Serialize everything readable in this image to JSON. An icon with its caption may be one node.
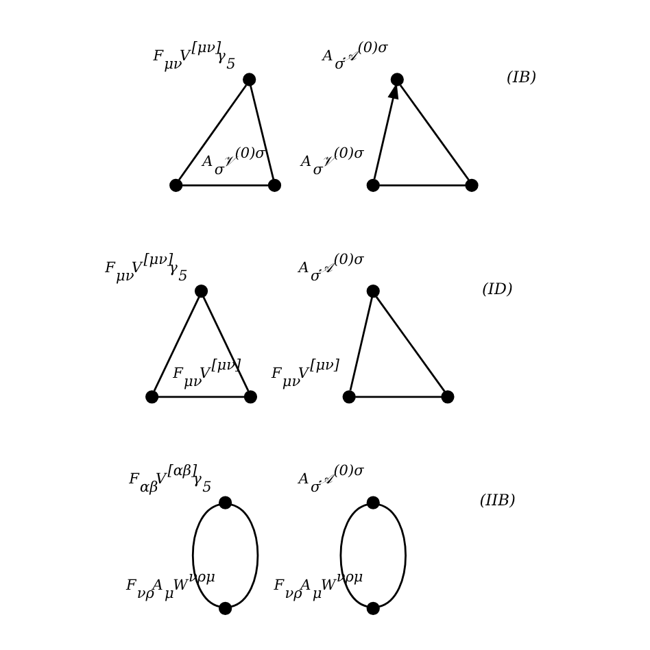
{
  "diagram": {
    "nodes": [
      {
        "text": [],
        "shape": "circle",
        "beside": [
          "A$_{σ}$𝒜$^{(0)σ}$"
        ]
      },
      {
        "text": [],
        "shape": "circle"
      },
      {
        "text": [],
        "shape": "circle",
        "beside": [
          "A$_{σ}$𝒱$^{(0)σ}$"
        ]
      },
      {
        "text": [],
        "shape": "circle",
        "beside": [
          "F$_{μν}$V$^{[μν]}$γ$_{5}$"
        ]
      },
      {
        "text": [],
        "shape": "circle",
        "beside": [
          "A$_{σ}$𝒱$^{(0)σ}$"
        ]
      },
      {
        "text": [],
        "shape": "circle"
      },
      {
        "text": [],
        "shape": "circle",
        "beside": [
          "A$_{σ}$𝒜$^{(0)σ}$"
        ]
      },
      {
        "text": [],
        "shape": "circle"
      },
      {
        "text": [],
        "shape": "circle",
        "beside": [
          "F$_{μν}$V$^{[μν]}$"
        ]
      },
      {
        "text": [],
        "shape": "circle",
        "beside": [
          "F$_{μν}$V$^{[μν]}$γ$_{5}$"
        ]
      },
      {
        "text": [],
        "shape": "circle",
        "beside": [
          "F$_{μν}$V$^{[μν]}$"
        ]
      },
      {
        "text": [],
        "shape": "circle"
      },
      {
        "text": [],
        "shape": "circle",
        "beside": [
          "A$_{σ}$𝒜$^{(0)σ}$"
        ]
      },
      {
        "text": [],
        "shape": "circle",
        "beside": [
          "F$_{νρ}$A$_{μ}$W$^{νρμ}$"
        ]
      },
      {
        "text": [],
        "shape": "circle",
        "beside": [
          "F$_{αβ}$V$^{[αβ]}$γ$_{5}$"
        ]
      },
      {
        "text": [],
        "shape": "circle",
        "beside": [
          "F$_{νρ}$A$_{μ}$W$^{νρμ}$"
        ]
      }
    ],
    "edges": [
      {
        "from": 0,
        "to": 1,
        "arrow": "none"
      },
      {
        "from": 1,
        "to": 2,
        "arrow": "none"
      },
      {
        "from": 2,
        "to": 0,
        "arrow": "to"
      },
      {
        "from": 3,
        "to": 4,
        "arrow": "none"
      },
      {
        "from": 4,
        "to": 5,
        "arrow": "none"
      },
      {
        "from": 5,
        "to": 3,
        "arrow": "none"
      },
      {
        "from": 6,
        "to": 7,
        "arrow": "none"
      },
      {
        "from": 7,
        "to": 8,
        "arrow": "none"
      },
      {
        "from": 8,
        "to": 6,
        "arrow": "none"
      },
      {
        "from": 9,
        "to": 10,
        "arrow": "none"
      },
      {
        "from": 10,
        "to": 11,
        "arrow": "none"
      },
      {
        "from": 11,
        "to": 9,
        "arrow": "none"
      },
      {
        "from": 12,
        "to": 13,
        "arrow": "none"
      },
      {
        "from": 12,
        "to": 13,
        "arrow": "none"
      },
      {
        "from": 14,
        "to": 15,
        "arrow": "none"
      },
      {
        "from": 14,
        "to": 15,
        "arrow": "none"
      }
    ],
    "labels": [
      "(IB)",
      "(ID)",
      "(IIB)"
    ]
  }
}
